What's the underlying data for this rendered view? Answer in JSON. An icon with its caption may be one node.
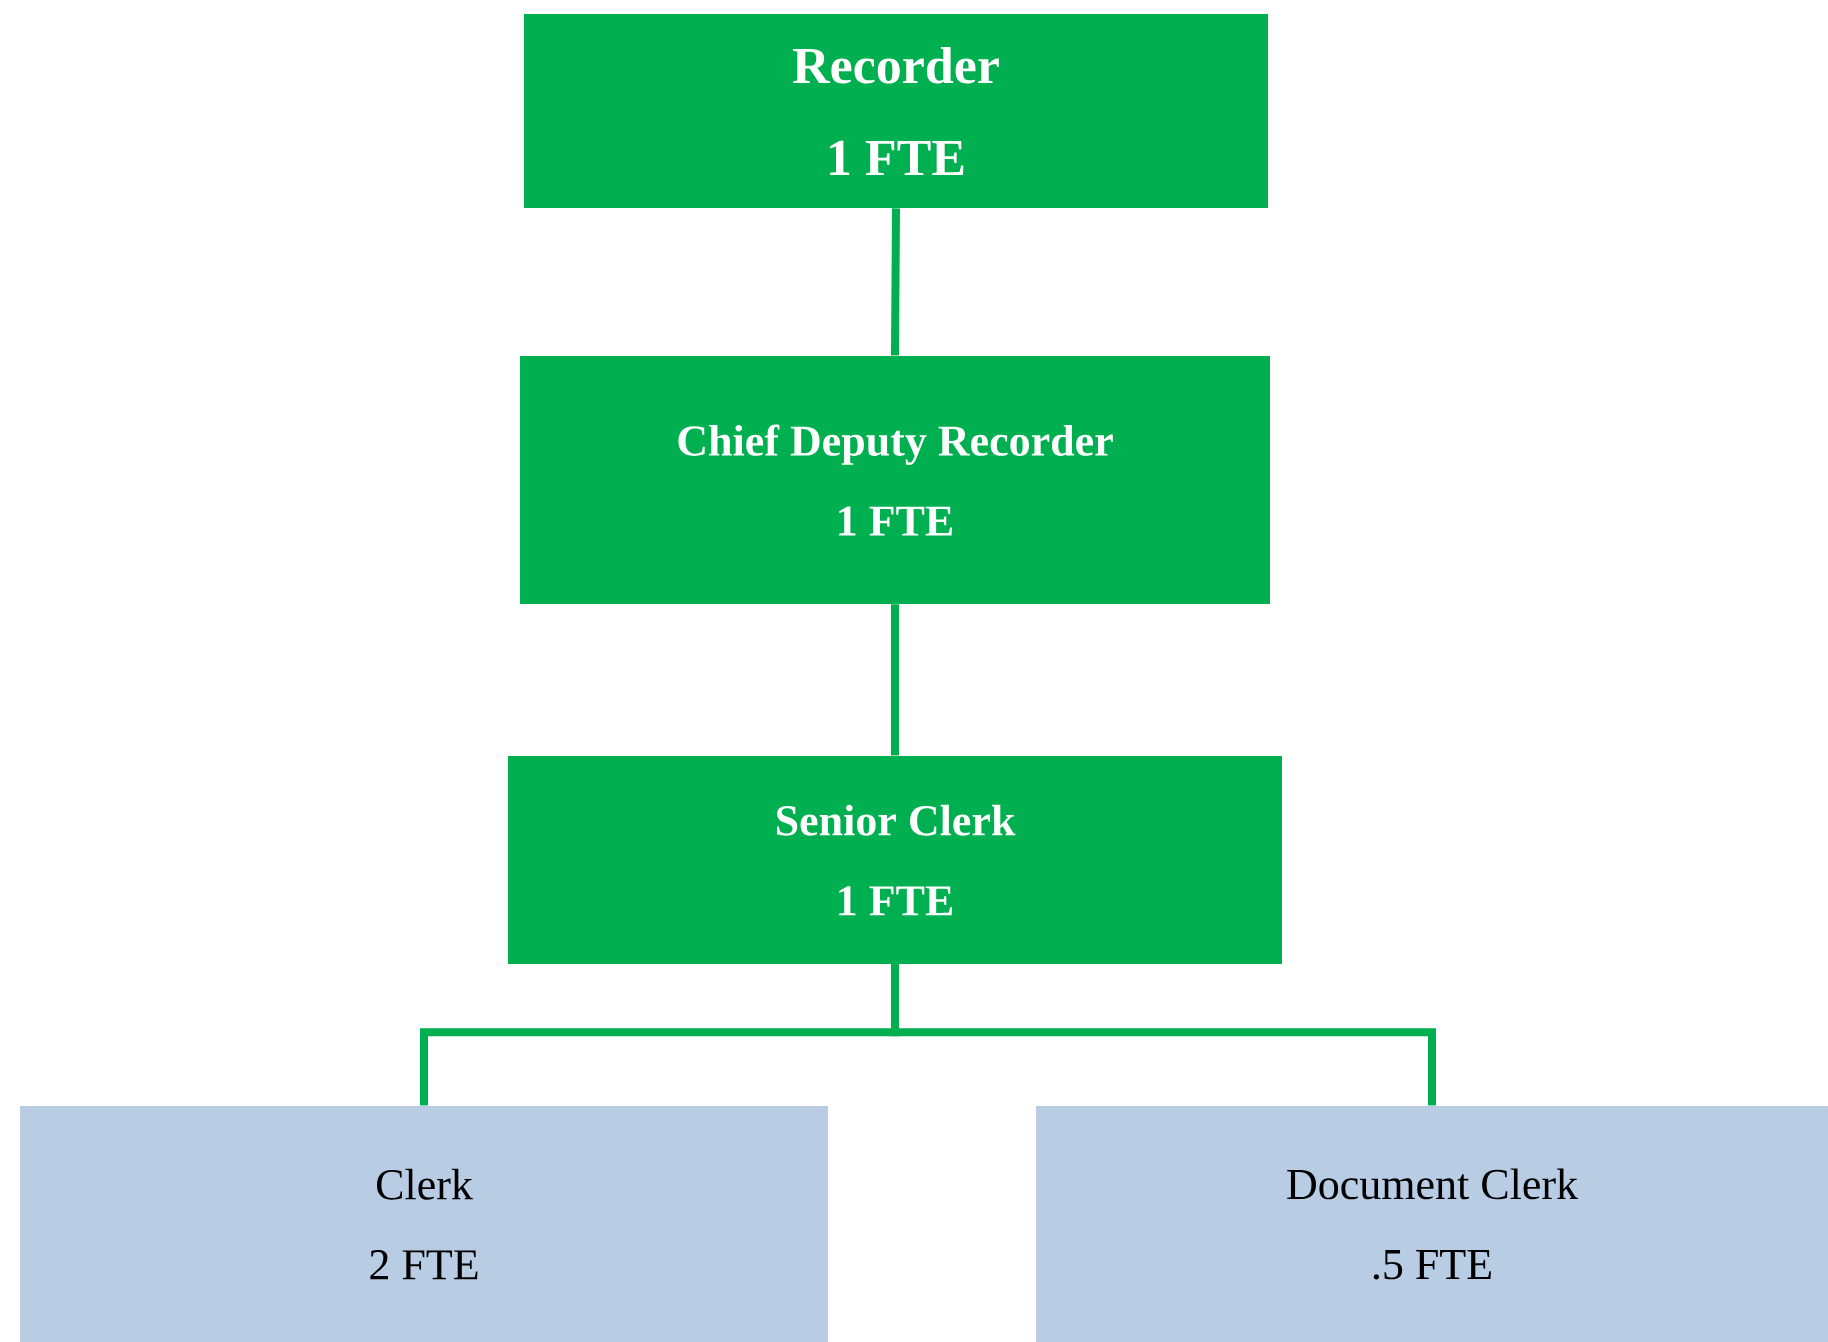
{
  "diagram": {
    "nodes": [
      {
        "text": [
          "Recorder",
          "1 FTE"
        ]
      },
      {
        "text": [
          "Chief Deputy Recorder",
          "1 FTE"
        ]
      },
      {
        "text": [
          "Senior Clerk",
          "1 FTE"
        ]
      },
      {
        "text": [
          "Clerk",
          "2 FTE"
        ]
      },
      {
        "text": [
          "Document Clerk",
          ".5 FTE"
        ]
      }
    ],
    "edges": [
      {
        "from": 0,
        "to": 1,
        "arrow": "none"
      },
      {
        "from": 1,
        "to": 2,
        "arrow": "none"
      },
      {
        "from": 2,
        "to": 3,
        "arrow": "none"
      },
      {
        "from": 2,
        "to": 4,
        "arrow": "none"
      }
    ]
  }
}
